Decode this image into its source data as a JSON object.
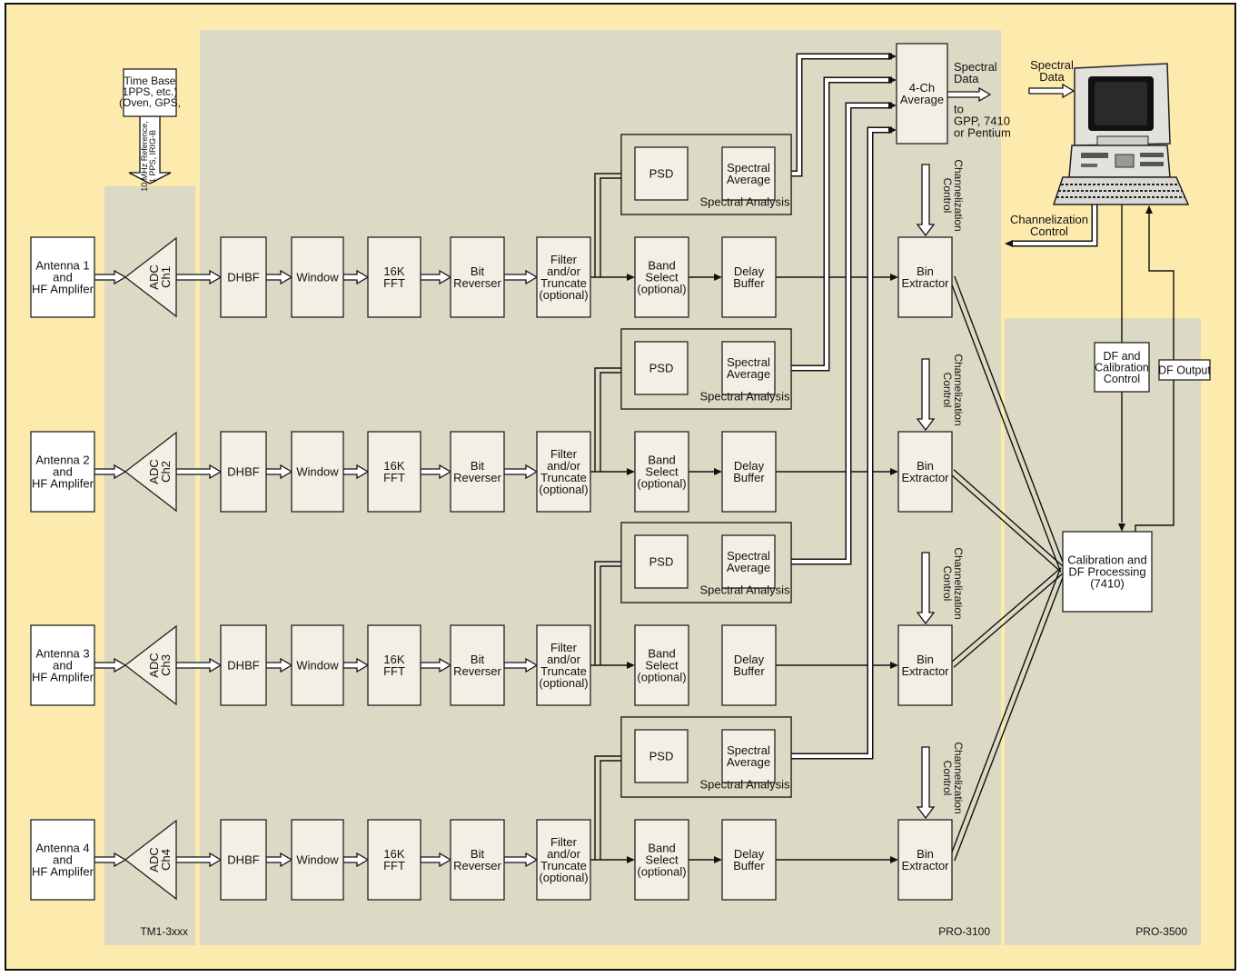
{
  "colors": {
    "page_bg": "#fdeaad",
    "panel_bg": "#dcdac4",
    "box_fill": "#f2f0e4",
    "line": "#111111"
  },
  "panels": {
    "tm1": "TM1-3xxx",
    "pro3100": "PRO-3100",
    "pro3500": "PRO-3500"
  },
  "time_base": {
    "box": [
      "Time Base",
      "1PPS, etc.)",
      "(Oven, GPS,"
    ],
    "arrow": [
      "10 MHz Reference,",
      "1 PPS, IRIG-B"
    ]
  },
  "channels": [
    {
      "antenna": [
        "Antenna 1",
        "and",
        "HF Amplifer"
      ],
      "adc": [
        "ADC",
        "Ch1"
      ]
    },
    {
      "antenna": [
        "Antenna 2",
        "and",
        "HF Amplifer"
      ],
      "adc": [
        "ADC",
        "Ch2"
      ]
    },
    {
      "antenna": [
        "Antenna 3",
        "and",
        "HF Amplifer"
      ],
      "adc": [
        "ADC",
        "Ch3"
      ]
    },
    {
      "antenna": [
        "Antenna 4",
        "and",
        "HF Amplifer"
      ],
      "adc": [
        "ADC",
        "Ch4"
      ]
    }
  ],
  "blocks": {
    "dhbf": [
      "DHBF"
    ],
    "window": [
      "Window"
    ],
    "fft": [
      "16K",
      "FFT"
    ],
    "bitrev": [
      "Bit",
      "Reverser"
    ],
    "filter": [
      "Filter",
      "and/or",
      "Truncate",
      "(optional)"
    ],
    "band": [
      "Band",
      "Select",
      "(optional)"
    ],
    "delay": [
      "Delay",
      "Buffer"
    ],
    "bin": [
      "Bin",
      "Extractor"
    ],
    "psd": [
      "PSD"
    ],
    "specavg": [
      "Spectral",
      "Average"
    ],
    "spectral_analysis": "Spectral Analysis",
    "chan_control": [
      "Channelization",
      "Control"
    ]
  },
  "average": [
    "4-Ch",
    "Average"
  ],
  "spectral_out": {
    "top": [
      "Spectral",
      "Data"
    ],
    "bottom": [
      "to",
      "GPP, 7410",
      "or Pentium"
    ]
  },
  "computer": {
    "spectral_in": [
      "Spectral",
      "Data"
    ],
    "chan_out": [
      "Channelization",
      "Control"
    ]
  },
  "df": {
    "calib_ctrl": [
      "DF and",
      "Calibration",
      "Control"
    ],
    "output": [
      "DF Output"
    ],
    "processing": [
      "Calibration and",
      "DF Processing",
      "(7410)"
    ]
  }
}
